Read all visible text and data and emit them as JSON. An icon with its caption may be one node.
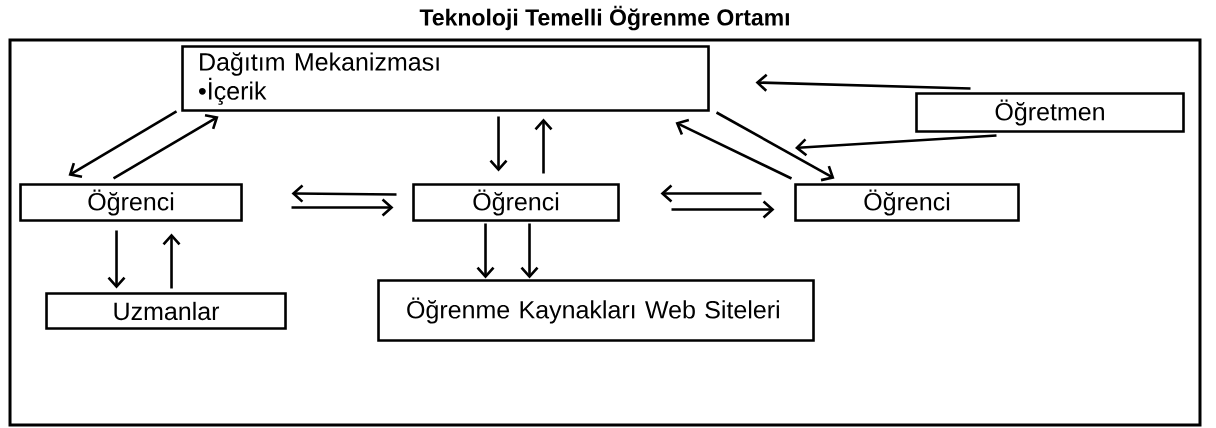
{
  "diagram": {
    "nodes": [
      {
        "text": [
          "Teknoloji Temelli Öğrenme Ortamı"
        ]
      },
      {
        "text": [
          "Dağıtım Mekanizması",
          "•İçerik"
        ],
        "in": 0
      },
      {
        "text": [
          "Öğretmen"
        ],
        "in": 0
      },
      {
        "text": [
          "Öğrenci"
        ],
        "in": 0
      },
      {
        "text": [
          "Öğrenci"
        ],
        "in": 0
      },
      {
        "text": [
          "Öğrenci"
        ],
        "in": 0
      },
      {
        "text": [
          "Uzmanlar"
        ],
        "in": 0
      },
      {
        "text": [
          "Öğrenme Kaynakları Web Siteleri"
        ],
        "in": 0
      }
    ],
    "edges": [
      {
        "from": 1,
        "to": 3,
        "arrow": "to"
      },
      {
        "from": 3,
        "to": 1,
        "arrow": "to"
      },
      {
        "from": 1,
        "to": 4,
        "arrow": "to"
      },
      {
        "from": 4,
        "to": 1,
        "arrow": "to"
      },
      {
        "from": 2,
        "to": 1,
        "arrow": "to"
      },
      {
        "from": 2,
        "to": null,
        "arrow": "to"
      },
      {
        "from": 5,
        "to": 1,
        "arrow": "to"
      },
      {
        "from": 1,
        "to": 5,
        "arrow": "to"
      },
      {
        "from": 4,
        "to": 3,
        "arrow": "to"
      },
      {
        "from": 3,
        "to": 4,
        "arrow": "to"
      },
      {
        "from": 5,
        "to": 4,
        "arrow": "to"
      },
      {
        "from": 4,
        "to": 5,
        "arrow": "to"
      },
      {
        "from": 3,
        "to": 6,
        "arrow": "to"
      },
      {
        "from": 6,
        "to": 3,
        "arrow": "to"
      },
      {
        "from": 4,
        "to": 7,
        "arrow": "to"
      },
      {
        "from": 4,
        "to": 7,
        "arrow": "to"
      }
    ]
  }
}
